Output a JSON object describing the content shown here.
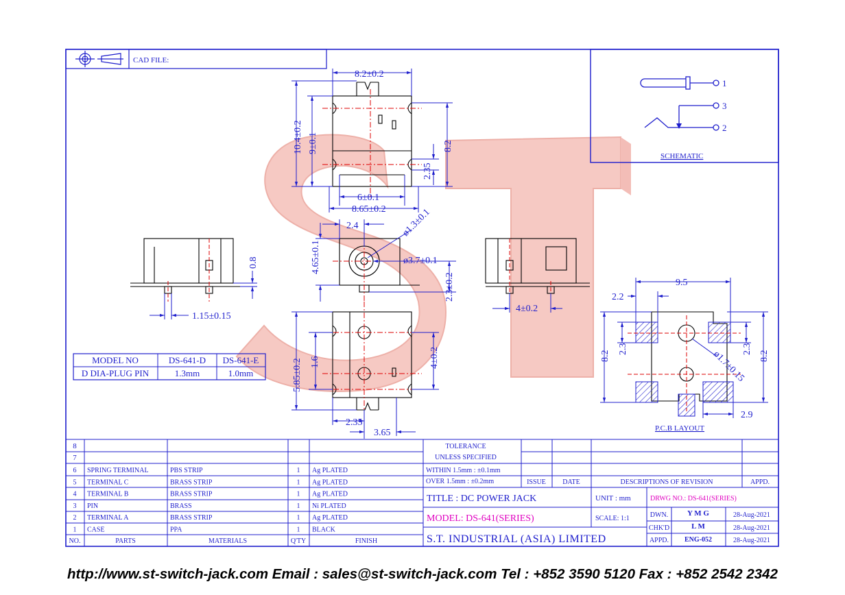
{
  "header": {
    "cad_file_label": "CAD FILE:"
  },
  "watermark": {
    "letters": "ST"
  },
  "schematic": {
    "label": "SCHEMATIC",
    "pins": [
      "1",
      "3",
      "2"
    ]
  },
  "pcb_layout": {
    "label": "P.C.B LAYOUT",
    "dims": {
      "width": "9.5",
      "left_pad": "2.2",
      "left_h1": "8.2",
      "left_h2": "2.3",
      "right_h1": "2.3",
      "right_h2": "8.2",
      "hole": "ø1.7±0.15",
      "pad_offset": "2.9"
    }
  },
  "top_view": {
    "dims": {
      "top_width": "8.2±0.2",
      "height_total": "10.4±0.2",
      "height_inner": "9±0.1",
      "right_height": "8.2",
      "right_small": "2.35",
      "inner_width": "6±0.1",
      "outer_width": "8.65±0.2"
    }
  },
  "front_view": {
    "dims": {
      "offset": "2.4",
      "pin_dia": "ø1.3±0.1",
      "hole_dia": "ø3.7±0.1",
      "height": "4.65±0.1",
      "pin_height": "2.3±0.2"
    }
  },
  "left_view": {
    "dims": {
      "standoff": "0.8",
      "pin_offset": "1.15±0.15"
    }
  },
  "right_view": {
    "dims": {
      "pin_dist": "4±0.2"
    }
  },
  "bottom_view": {
    "dims": {
      "height": "5.85±0.2",
      "inner": "1.6",
      "right": "4±0.2",
      "w1": "2.35",
      "w2": "3.65"
    }
  },
  "model_table": {
    "headers": [
      "MODEL NO",
      "DS-641-D",
      "DS-641-E"
    ],
    "row": [
      "D DIA-PLUG PIN",
      "1.3mm",
      "1.0mm"
    ]
  },
  "bom": {
    "empty_rows": [
      "8",
      "7"
    ],
    "rows": [
      {
        "no": "6",
        "part": "SPRING TERMINAL",
        "material": "PBS STRIP",
        "qty": "1",
        "finish": "Ag PLATED"
      },
      {
        "no": "5",
        "part": "TERMINAL C",
        "material": "BRASS STRIP",
        "qty": "1",
        "finish": "Ag PLATED"
      },
      {
        "no": "4",
        "part": "TERMINAL B",
        "material": "BRASS STRIP",
        "qty": "1",
        "finish": "Ag PLATED"
      },
      {
        "no": "3",
        "part": "PIN",
        "material": "BRASS",
        "qty": "1",
        "finish": "Ni PLATED"
      },
      {
        "no": "2",
        "part": "TERMINAL A",
        "material": "BRASS STRIP",
        "qty": "1",
        "finish": "Ag PLATED"
      },
      {
        "no": "1",
        "part": "CASE",
        "material": "PPA",
        "qty": "1",
        "finish": "BLACK"
      }
    ],
    "headers": {
      "no": "NO.",
      "parts": "PARTS",
      "materials": "MATERIALS",
      "qty": "Q'TY",
      "finish": "FINISH"
    }
  },
  "tolerance": {
    "line1": "TOLERANCE",
    "line2": "UNLESS  SPECIFIED",
    "within": "WITHIN  1.5mm : ±0.1mm",
    "over": "OVER   1.5mm : ±0.2mm"
  },
  "revision": {
    "issue": "ISSUE",
    "date": "DATE",
    "desc": "DESCRIPTIONS  OF  REVISION",
    "appd": "APPD."
  },
  "title_block": {
    "title": "TITLE : DC POWER JACK",
    "model": "MODEL: DS-641(SERIES)",
    "company": "S.T.  INDUSTRIAL  (ASIA)  LIMITED",
    "unit": "UNIT :  mm",
    "scale": "SCALE:  1:1",
    "drwg_no": "DRWG NO.: DS-641(SERIES)",
    "dwn_label": "DWN.",
    "dwn_value": "Y M G",
    "dwn_date": "28-Aug-2021",
    "chkd_label": "CHK'D",
    "chkd_value": "L M",
    "chkd_date": "28-Aug-2021",
    "appd_label": "APPD.",
    "appd_value": "ENG-052",
    "appd_date": "28-Aug-2021"
  },
  "footer": {
    "text": "http://www.st-switch-jack.com  Email : sales@st-switch-jack.com  Tel : +852 3590 5120  Fax : +852 2542 2342"
  },
  "colors": {
    "border": "#1d1dcc",
    "dimension": "#1d1dcc",
    "drawing": "#000000",
    "center_line": "#dd0000",
    "magenta": "#e000c0",
    "watermark": "#f4a6a0"
  }
}
